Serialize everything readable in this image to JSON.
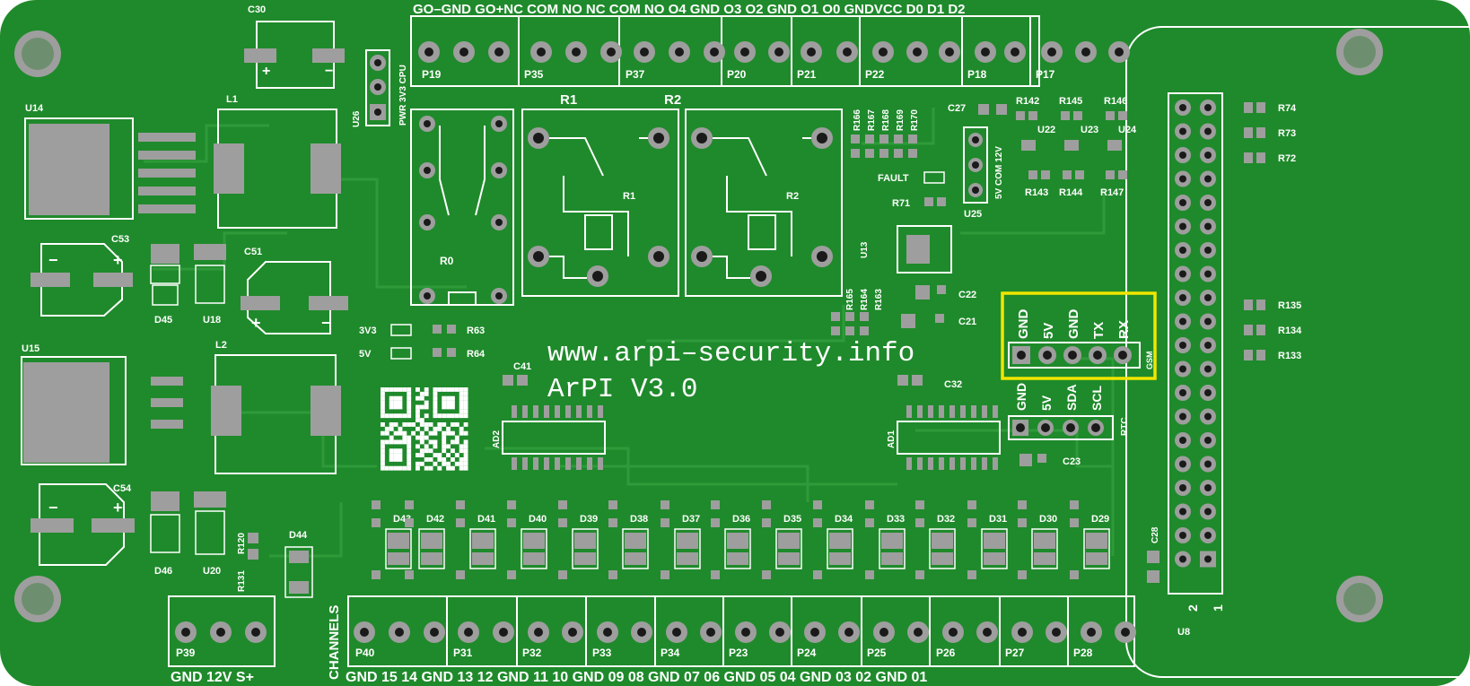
{
  "colors": {
    "board": "#1f8a2b",
    "board_dark": "#167a22",
    "silk": "#ffffff",
    "pad": "#9e9e9e",
    "highlight": "#f2e600"
  },
  "header_terminals": [
    {
      "ref": "P19",
      "pins": [
        "GO-",
        "GND",
        "GO+"
      ]
    },
    {
      "ref": "P35",
      "pins": [
        "NC",
        "COM",
        "NO"
      ]
    },
    {
      "ref": "P37",
      "pins": [
        "NC",
        "COM",
        "NO"
      ]
    },
    {
      "ref": "P20",
      "pins": [
        "O4",
        "GND"
      ]
    },
    {
      "ref": "P21",
      "pins": [
        "O3",
        "O2"
      ]
    },
    {
      "ref": "P22",
      "pins": [
        "GND",
        "O1",
        "O0"
      ]
    },
    {
      "ref": "P18",
      "pins": [
        "GND",
        "VCC"
      ]
    },
    {
      "ref": "P17",
      "pins": [
        "D0",
        "D1",
        "D2"
      ]
    }
  ],
  "header_labels": "GO–GND GO+NC  COM  NO   NC  COM  NO  O4  GND  O3  O2  GND  O1  O0  GNDVCC  D0   D1   D2",
  "bottom_terminals": [
    {
      "ref": "P39",
      "labels": [
        "GND",
        "12V",
        "S+"
      ]
    },
    {
      "ref": "P40",
      "labels": [
        "GND",
        "15",
        "14"
      ]
    },
    {
      "ref": "P31",
      "labels": [
        "GND",
        "13"
      ]
    },
    {
      "ref": "P32",
      "labels": [
        "12",
        "GND"
      ]
    },
    {
      "ref": "P33",
      "labels": [
        "11",
        "10"
      ]
    },
    {
      "ref": "P34",
      "labels": [
        "GND",
        "09"
      ]
    },
    {
      "ref": "P23",
      "labels": [
        "08",
        "GND"
      ]
    },
    {
      "ref": "P24",
      "labels": [
        "07",
        "06"
      ]
    },
    {
      "ref": "P25",
      "labels": [
        "GND",
        "05"
      ]
    },
    {
      "ref": "P26",
      "labels": [
        "04",
        "GND"
      ]
    },
    {
      "ref": "P27",
      "labels": [
        "03",
        "02"
      ]
    },
    {
      "ref": "P28",
      "labels": [
        "GND",
        "01"
      ]
    }
  ],
  "bottom_label_line": "GND 12V  S+",
  "channels_label": "CHANNELS",
  "channel_label_line": "GND  15    14   GND  13    12   GND  11    10  GND  09    08  GND  07    06   GND  05   04   GND  03    02   GND  01",
  "website": "www.arpi–security.info",
  "version": "ArPI  V3.0",
  "gsm": {
    "ref": "GSM",
    "pins": [
      "GND",
      "5V",
      "GND",
      "TX",
      "RX"
    ]
  },
  "rtc": {
    "ref": "RTC",
    "pins": [
      "GND",
      "5V",
      "SDA",
      "SCL"
    ]
  },
  "relays": [
    "R0",
    "R1",
    "R2"
  ],
  "relay_top_labels": [
    "R1",
    "R2"
  ],
  "leds": [
    "3V3",
    "5V",
    "FAULT"
  ],
  "refs": {
    "c30": "C30",
    "c53": "C53",
    "c51": "C51",
    "c54": "C54",
    "c41": "C41",
    "c32": "C32",
    "c27": "C27",
    "c22": "C22",
    "c21": "C21",
    "c23": "C23",
    "c28": "C28",
    "u14": "U14",
    "u15": "U15",
    "u18": "U18",
    "u20": "U20",
    "u26": "U26",
    "u25": "U25",
    "u13": "U13",
    "u22": "U22",
    "u23": "U23",
    "u24": "U24",
    "u8": "U8",
    "l1": "L1",
    "l2": "L2",
    "d45": "D45",
    "d46": "D46",
    "d44": "D44",
    "ad1": "AD1",
    "ad2": "AD2",
    "r63": "R63",
    "r64": "R64",
    "r71": "R71",
    "r74": "R74",
    "r73": "R73",
    "r72": "R72",
    "r135": "R135",
    "r134": "R134",
    "r133": "R133",
    "r142": "R142",
    "r145": "R145",
    "r146": "R146",
    "r143": "R143",
    "r144": "R144",
    "r147": "R147",
    "r120": "R120",
    "r131": "R131",
    "r165": "R165",
    "r164": "R164",
    "r163": "R163",
    "r166": "R166",
    "r167": "R167",
    "r168": "R168",
    "r169": "R169",
    "r170": "R170"
  },
  "u26_label": "PWR 3V3 CPU",
  "u25_label": "5V COM 12V",
  "diodes": [
    "D43",
    "D42",
    "D41",
    "D40",
    "D39",
    "D38",
    "D37",
    "D36",
    "D35",
    "D34",
    "D33",
    "D32",
    "D31",
    "D30",
    "D29"
  ],
  "gpio_header": {
    "pin1": "1",
    "pin2": "2"
  }
}
